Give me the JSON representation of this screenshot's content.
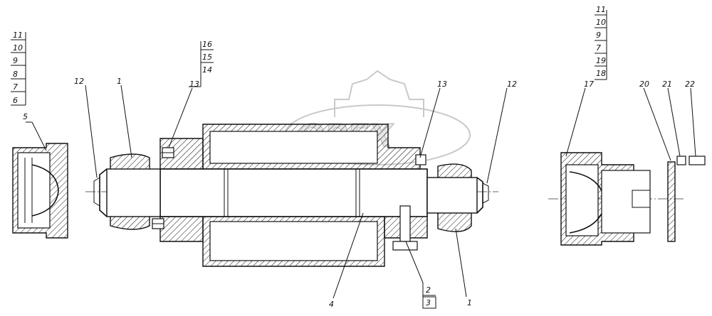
{
  "watermark": {
    "text": "OPEX"
  },
  "callouts": {
    "stack_left": [
      "11",
      "10",
      "9",
      "8",
      "7",
      "6"
    ],
    "label_5": "5",
    "label_12_left": "12",
    "label_1_top": "1",
    "stack_top": [
      "16",
      "15",
      "14"
    ],
    "label_13_left": "13",
    "label_13_right": "13",
    "label_12_right": "12",
    "stack_right": [
      "11",
      "10",
      "9",
      "7",
      "19",
      "18"
    ],
    "label_17": "17",
    "label_20": "20",
    "label_21": "21",
    "label_22": "22",
    "label_4": "4",
    "stack_bottom": [
      "2",
      "3"
    ],
    "label_1_bottom": "1"
  }
}
